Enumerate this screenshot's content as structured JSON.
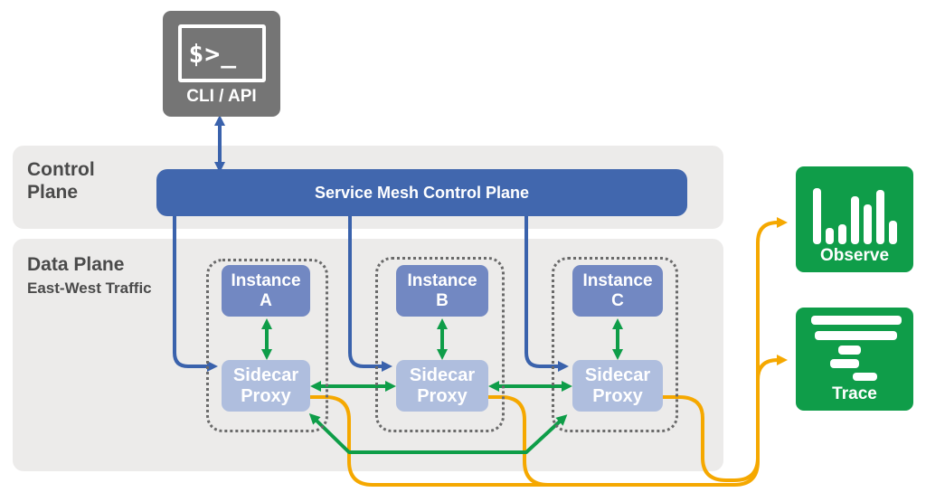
{
  "cli": {
    "prompt": "$>_",
    "label": "CLI / API"
  },
  "control_plane": {
    "label_line1": "Control",
    "label_line2": "Plane",
    "bar_label": "Service Mesh Control Plane"
  },
  "data_plane": {
    "label": "Data Plane",
    "sublabel": "East-West Traffic"
  },
  "groups": [
    {
      "instance_label": "Instance",
      "instance_id": "A",
      "proxy_line1": "Sidecar",
      "proxy_line2": "Proxy"
    },
    {
      "instance_label": "Instance",
      "instance_id": "B",
      "proxy_line1": "Sidecar",
      "proxy_line2": "Proxy"
    },
    {
      "instance_label": "Instance",
      "instance_id": "C",
      "proxy_line1": "Sidecar",
      "proxy_line2": "Proxy"
    }
  ],
  "observability": {
    "observe_label": "Observe",
    "trace_label": "Trace"
  },
  "colors": {
    "control_bar_blue": "#4167AE",
    "instance_blue": "#7288C2",
    "sidecar_blue": "#AFBEDE",
    "cli_gray": "#757575",
    "observability_green": "#0F9D49",
    "band_gray": "#ECEBEA",
    "arrow_blue": "#3A62AC",
    "arrow_green": "#0E9D48",
    "arrow_orange": "#F5A800",
    "label_text_gray": "#4A4A4A"
  }
}
